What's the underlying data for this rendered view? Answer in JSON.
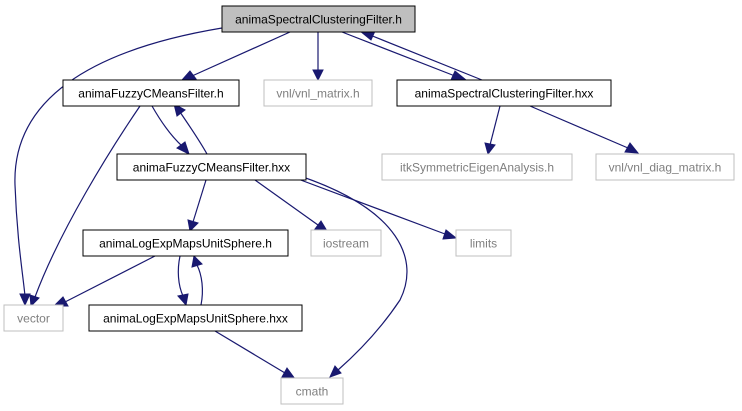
{
  "colors": {
    "edge": "#191970",
    "root_fill": "#bfbfbf",
    "local_border": "#000000",
    "system_border": "#bfbfbf",
    "system_text": "#7f7f7f"
  },
  "nodes": {
    "spectral_h": "animaSpectralClusteringFilter.h",
    "fuzzy_h": "animaFuzzyCMeansFilter.h",
    "vnl_matrix": "vnl/vnl_matrix.h",
    "spectral_hxx": "animaSpectralClusteringFilter.hxx",
    "fuzzy_hxx": "animaFuzzyCMeansFilter.hxx",
    "itk_eigen": "itkSymmetricEigenAnalysis.h",
    "vnl_diag": "vnl/vnl_diag_matrix.h",
    "logexp_h": "animaLogExpMapsUnitSphere.h",
    "iostream": "iostream",
    "limits": "limits",
    "vector": "vector",
    "logexp_hxx": "animaLogExpMapsUnitSphere.hxx",
    "cmath": "cmath"
  }
}
